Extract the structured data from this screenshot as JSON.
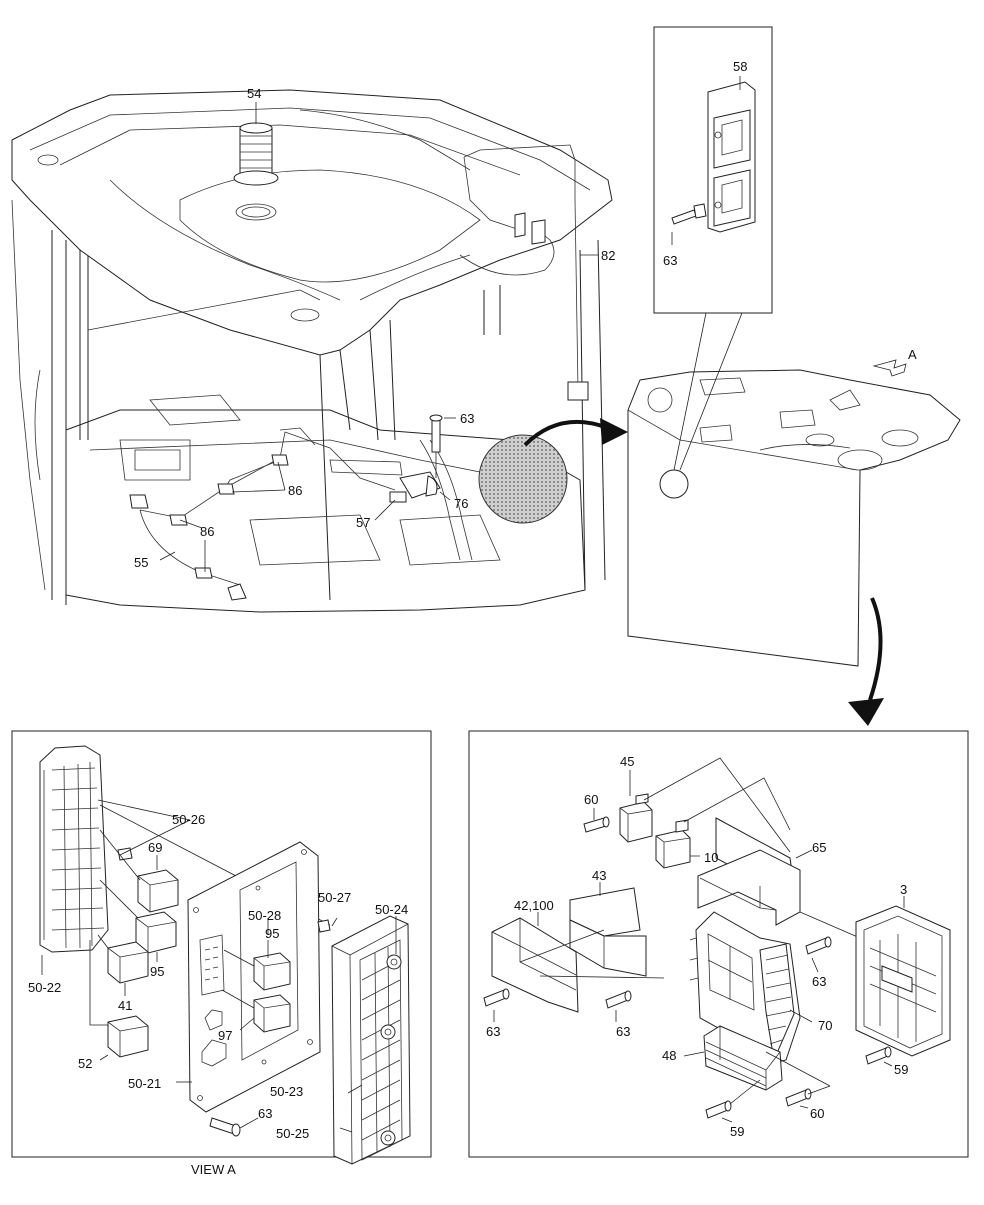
{
  "labels": {
    "p54": "54",
    "p58": "58",
    "p63_inset": "63",
    "p82": "82",
    "p63_top": "63",
    "p86_a": "86",
    "p86_b": "86",
    "p76": "76",
    "p57": "57",
    "p55": "55",
    "view_arrow": "A",
    "p50_26": "50-26",
    "p69": "69",
    "p50_27": "50-27",
    "p50_24": "50-24",
    "p50_28": "50-28",
    "p95_a": "95",
    "p95_b": "95",
    "p50_22": "50-22",
    "p41": "41",
    "p97": "97",
    "p52": "52",
    "p50_21": "50-21",
    "p50_23": "50-23",
    "p63_va": "63",
    "p50_25": "50-25",
    "view_a": "VIEW A",
    "p45": "45",
    "p60_a": "60",
    "p10": "10",
    "p65": "65",
    "p43": "43",
    "p42_100": "42,100",
    "p3": "3",
    "p63_r1": "63",
    "p63_r2": "63",
    "p63_r3": "63",
    "p70": "70",
    "p48": "48",
    "p59_a": "59",
    "p59_b": "59",
    "p60_b": "60"
  }
}
